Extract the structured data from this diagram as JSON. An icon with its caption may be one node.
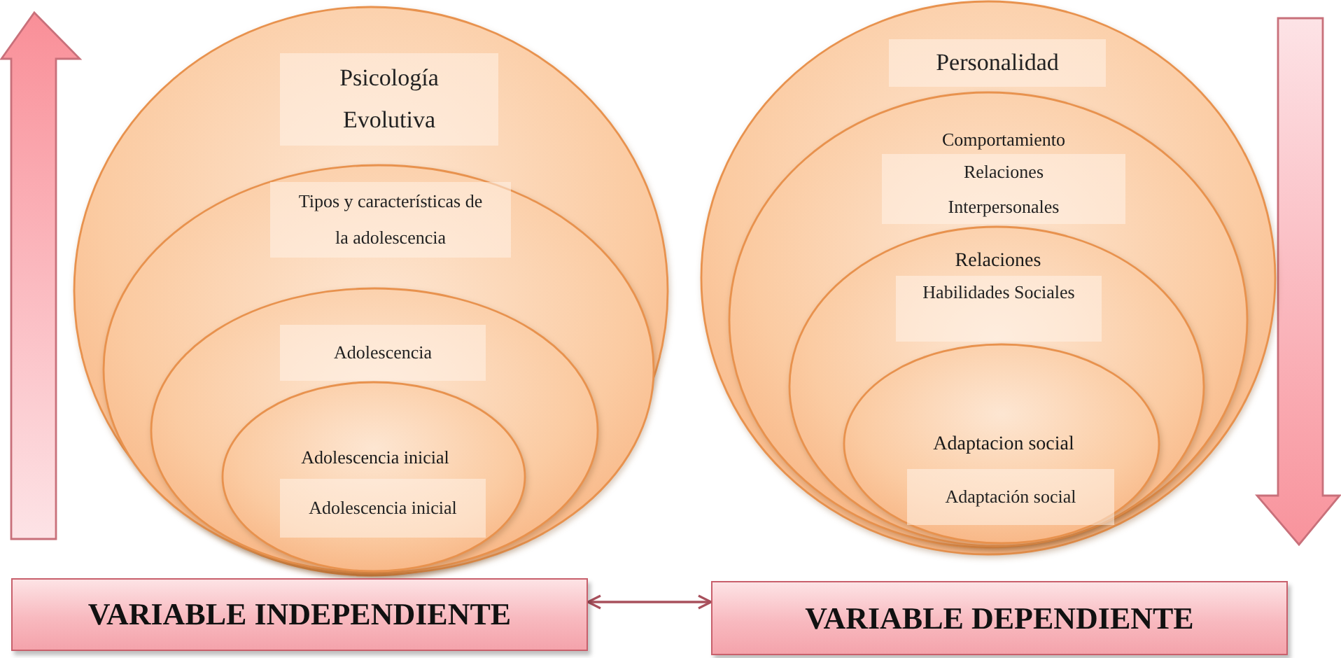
{
  "diagram": {
    "nodes": [
      {
        "text": [
          "Psicología Evolutiva"
        ]
      },
      {
        "text": [
          "Tipos y características de la adolescencia"
        ],
        "in": 0
      },
      {
        "text": [
          "Adolescencia"
        ],
        "in": 1
      },
      {
        "text": [
          "Adolescencia inicial",
          "Adolescencia inicial"
        ],
        "in": 2
      },
      {
        "text": [
          "Personalidad"
        ]
      },
      {
        "text": [
          "Comportamiento",
          "Relaciones Interpersonales"
        ],
        "in": 4
      },
      {
        "text": [
          "Relaciones",
          "Habilidades Sociales"
        ],
        "in": 5
      },
      {
        "text": [
          "Adaptacion social",
          "Adaptación social"
        ],
        "in": 6
      },
      {
        "text": [
          "VARIABLE INDEPENDIENTE"
        ]
      },
      {
        "text": [
          "VARIABLE DEPENDIENTE"
        ]
      }
    ],
    "edges": [
      {
        "from": 8,
        "to": 9,
        "arrow": "both"
      }
    ]
  }
}
